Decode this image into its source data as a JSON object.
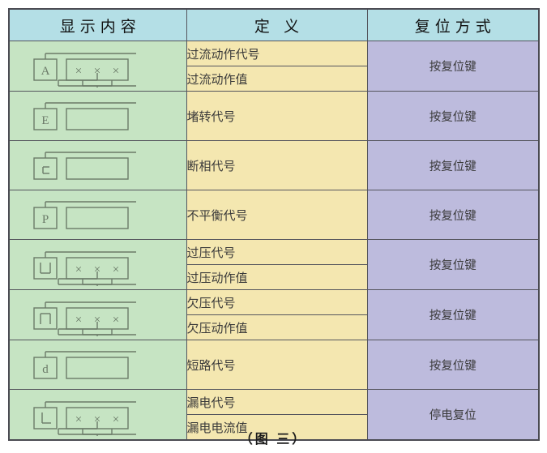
{
  "table": {
    "headers": [
      {
        "label": "显示内容",
        "name": "col-header-display"
      },
      {
        "label": "定 义",
        "name": "col-header-definition"
      },
      {
        "label": "复位方式",
        "name": "col-header-reset"
      }
    ],
    "colors": {
      "header_bg": "#b4dfe6",
      "display_bg": "#c6e4c3",
      "definition_bg": "#f4e7b0",
      "reset_bg": "#bdbbdd",
      "border": "#55555d",
      "outer_border": "#4a4a52",
      "icon_stroke": "#6b7a68"
    },
    "rows": [
      {
        "code": "A",
        "icon": "display-icon-a-xxx",
        "has_value_box": true,
        "value_text": "× × ×",
        "definitions": [
          "过流动作代号",
          "过流动作值"
        ],
        "reset": "按复位键"
      },
      {
        "code": "E",
        "icon": "display-icon-e-blank",
        "has_value_box": false,
        "value_text": "",
        "definitions": [
          "堵转代号"
        ],
        "reset": "按复位键"
      },
      {
        "code": "c",
        "icon": "display-icon-c-blank",
        "has_value_box": false,
        "value_text": "",
        "definitions": [
          "断相代号"
        ],
        "reset": "按复位键"
      },
      {
        "code": "P",
        "icon": "display-icon-p-blank",
        "has_value_box": false,
        "value_text": "",
        "definitions": [
          "不平衡代号"
        ],
        "reset": "按复位键"
      },
      {
        "code": "U",
        "icon": "display-icon-u-xxx",
        "has_value_box": true,
        "value_text": "× × ×",
        "definitions": [
          "过压代号",
          "过压动作值"
        ],
        "reset": "按复位键"
      },
      {
        "code": "n",
        "icon": "display-icon-n-xxx",
        "has_value_box": true,
        "value_text": "× × ×",
        "definitions": [
          "欠压代号",
          "欠压动作值"
        ],
        "reset": "按复位键"
      },
      {
        "code": "d",
        "icon": "display-icon-d-blank",
        "has_value_box": false,
        "value_text": "",
        "definitions": [
          "短路代号"
        ],
        "reset": "按复位键"
      },
      {
        "code": "L",
        "icon": "display-icon-l-xxx",
        "has_value_box": true,
        "value_text": "× × ×",
        "definitions": [
          "漏电代号",
          "漏电电流值"
        ],
        "reset": "停电复位"
      }
    ]
  },
  "caption": {
    "text": "（图 三）"
  }
}
